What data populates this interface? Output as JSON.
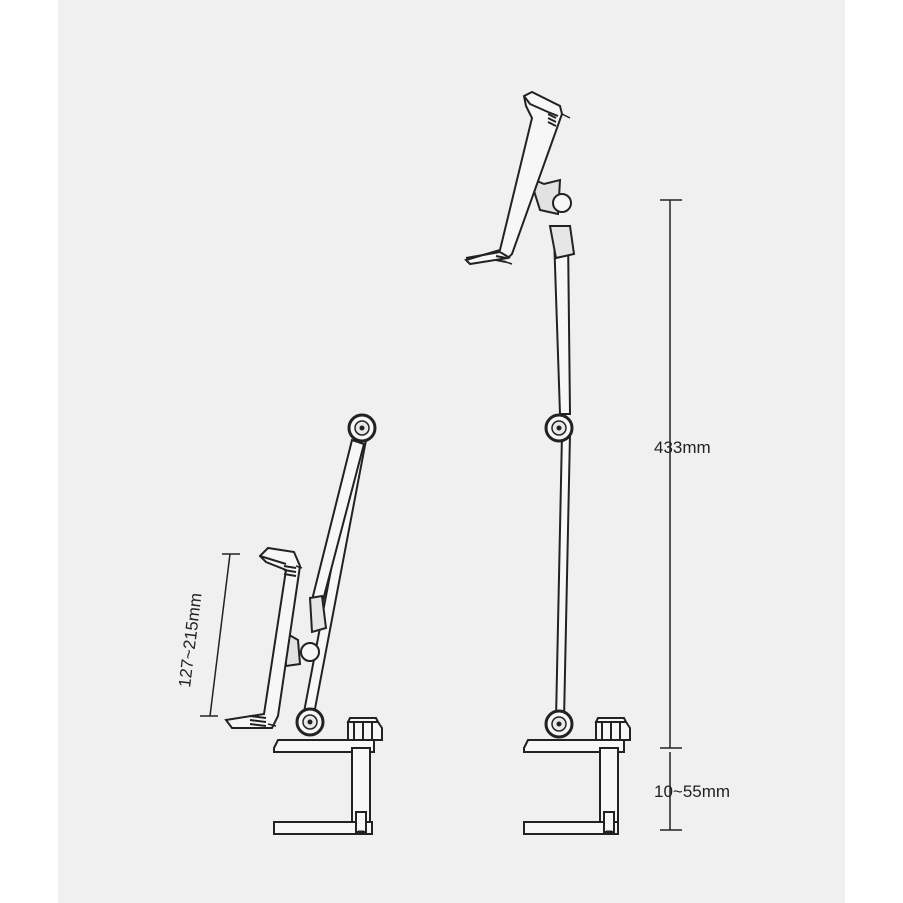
{
  "background_color": "#f0f0f0",
  "line_color": "#222222",
  "dimensions": {
    "height_label": "433mm",
    "clamp_label": "10~55mm",
    "width_label": "127~215mm"
  }
}
